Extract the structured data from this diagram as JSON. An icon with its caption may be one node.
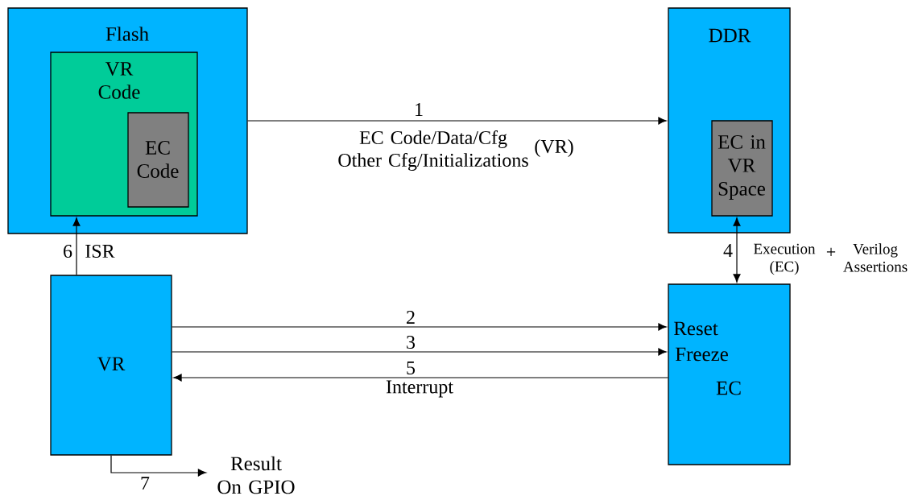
{
  "diagram": {
    "nodes": [
      {
        "text": [
          "Flash"
        ]
      },
      {
        "text": [
          "VR Code"
        ],
        "in": 0
      },
      {
        "text": [
          "EC Code"
        ],
        "in": 1
      },
      {
        "text": [
          "DDR"
        ]
      },
      {
        "text": [
          "EC in VR Space"
        ],
        "in": 3
      },
      {
        "text": [
          "VR"
        ]
      },
      {
        "text": [
          "Reset",
          "Freeze",
          "EC"
        ]
      },
      {
        "text": [
          "Result On GPIO"
        ]
      }
    ],
    "edges": [
      {
        "from": 0,
        "to": 3,
        "arrow": "to",
        "label": "1"
      },
      {
        "from": 5,
        "to": 6,
        "arrow": "to",
        "label": "2"
      },
      {
        "from": 5,
        "to": 6,
        "arrow": "to",
        "label": "3"
      },
      {
        "from": 6,
        "to": 5,
        "arrow": "to",
        "label": "5"
      },
      {
        "from": 4,
        "to": 6,
        "arrow": "both",
        "label": "4"
      },
      {
        "from": 5,
        "to": 1,
        "arrow": "to",
        "label": "6"
      },
      {
        "from": 5,
        "to": 7,
        "arrow": "to",
        "label": "7"
      }
    ],
    "labels": [
      "EC Code/Data/Cfg Other Cfg/Initializations",
      "(VR)",
      "ISR",
      "Execution (EC)",
      "+",
      "Verilog Assertions",
      "Interrupt"
    ]
  }
}
